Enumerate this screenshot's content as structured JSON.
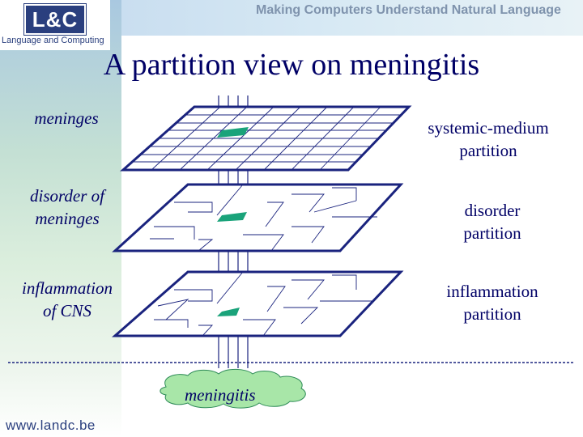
{
  "header": {
    "logo_text": "L&C",
    "logo_subtitle": "Language and Computing",
    "tagline": "Making Computers Understand Natural Language"
  },
  "slide": {
    "title": "A partition view on meningitis"
  },
  "layers": [
    {
      "left_label": "meninges",
      "right_label_1": "systemic-medium",
      "right_label_2": "partition"
    },
    {
      "left_label_1": "disorder of",
      "left_label_2": "meninges",
      "right_label_1": "disorder",
      "right_label_2": "partition"
    },
    {
      "left_label_1": "inflammation",
      "left_label_2": "of CNS",
      "right_label_1": "inflammation",
      "right_label_2": "partition"
    }
  ],
  "target": {
    "label": "meningitis"
  },
  "footer": {
    "url": "www.landc.be"
  },
  "colors": {
    "navy": "#000066",
    "plane": "#1a237e",
    "highlight": "#1aa37a",
    "cloud": "#a8e6a8"
  }
}
